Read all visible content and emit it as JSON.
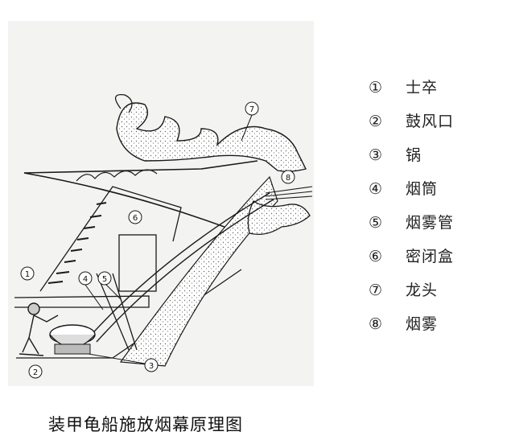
{
  "caption": "装甲龟船施放烟幕原理图",
  "legend": [
    {
      "num": "①",
      "label": "士卒"
    },
    {
      "num": "②",
      "label": "鼓风口"
    },
    {
      "num": "③",
      "label": "锅"
    },
    {
      "num": "④",
      "label": "烟筒"
    },
    {
      "num": "⑤",
      "label": "烟雾管"
    },
    {
      "num": "⑥",
      "label": "密闭盒"
    },
    {
      "num": "⑦",
      "label": "龙头"
    },
    {
      "num": "⑧",
      "label": "烟雾"
    }
  ],
  "callouts": {
    "c1": "1",
    "c2": "2",
    "c3": "3",
    "c4": "4",
    "c5": "5",
    "c6": "6",
    "c7": "7",
    "c8": "8"
  },
  "colors": {
    "ink": "#1a1a1a",
    "panel": "#f3f3f1",
    "stipple": "#555555"
  }
}
